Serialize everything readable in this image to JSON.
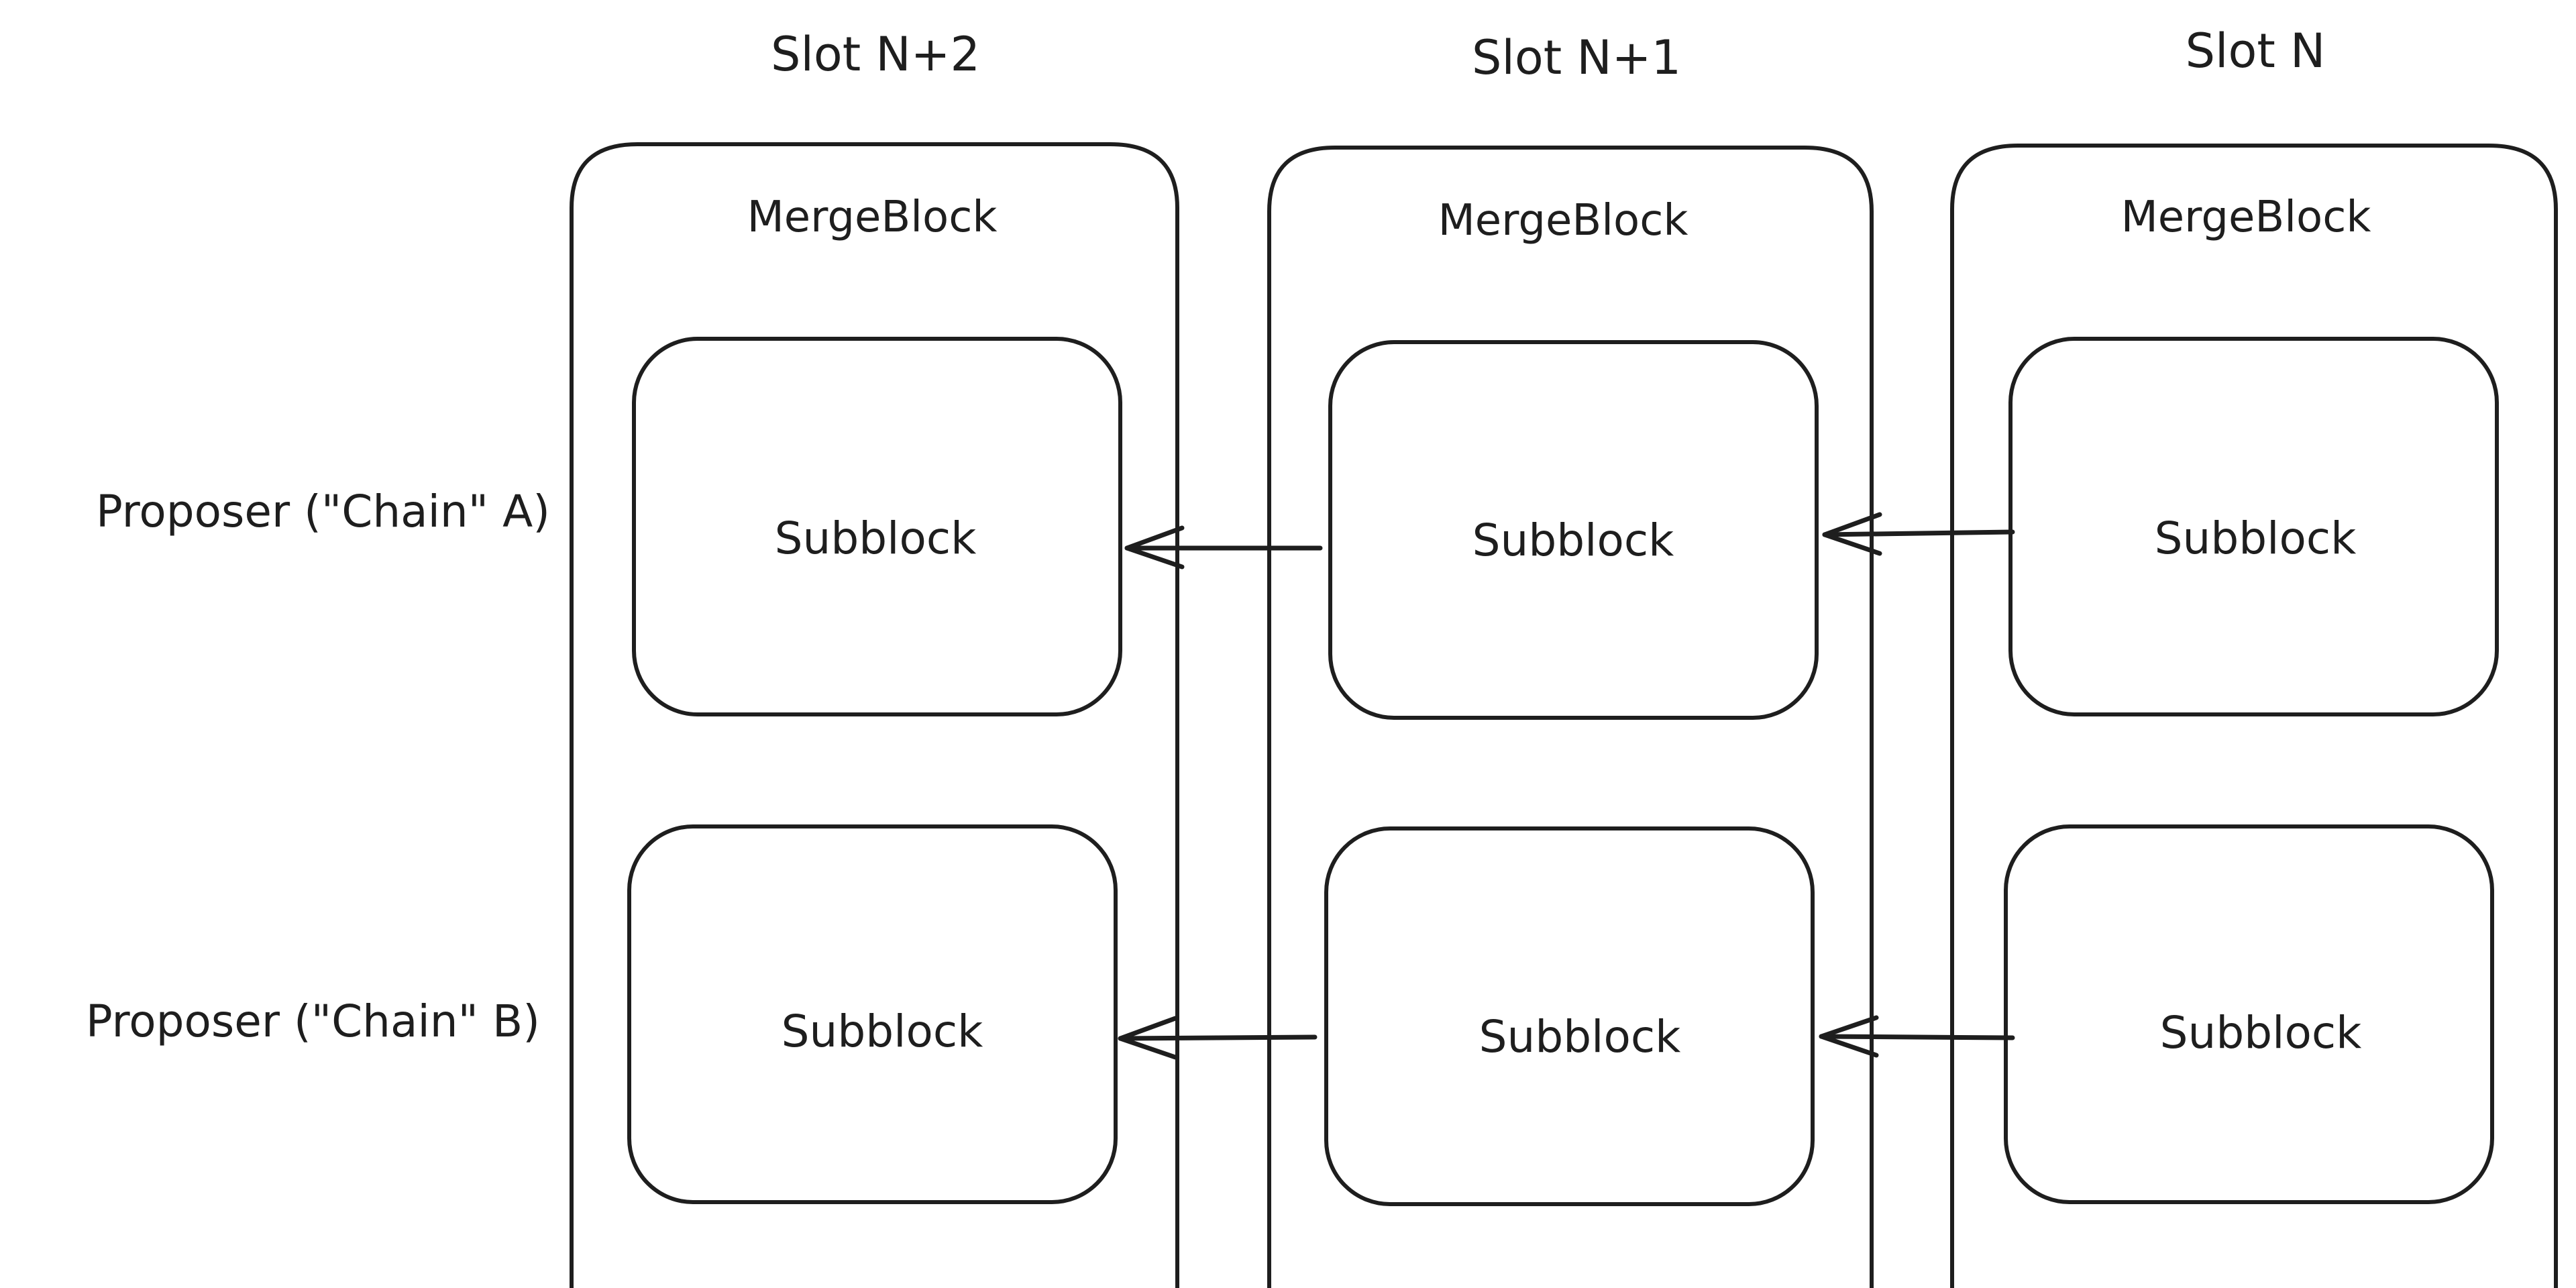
{
  "row_labels": [
    "Proposer (\"Chain\" A)",
    "Proposer (\"Chain\" B)"
  ],
  "slots": [
    {
      "title": "Slot N+2",
      "merge_label": "MergeBlock",
      "subblocks": [
        "Subblock",
        "Subblock"
      ]
    },
    {
      "title": "Slot N+1",
      "merge_label": "MergeBlock",
      "subblocks": [
        "Subblock",
        "Subblock"
      ]
    },
    {
      "title": "Slot N",
      "merge_label": "MergeBlock",
      "subblocks": [
        "Subblock",
        "Subblock"
      ]
    }
  ],
  "links": [
    {
      "from_slot": 1,
      "to_slot": 0,
      "row": 0
    },
    {
      "from_slot": 2,
      "to_slot": 1,
      "row": 0
    },
    {
      "from_slot": 1,
      "to_slot": 0,
      "row": 1
    },
    {
      "from_slot": 2,
      "to_slot": 1,
      "row": 1
    }
  ]
}
